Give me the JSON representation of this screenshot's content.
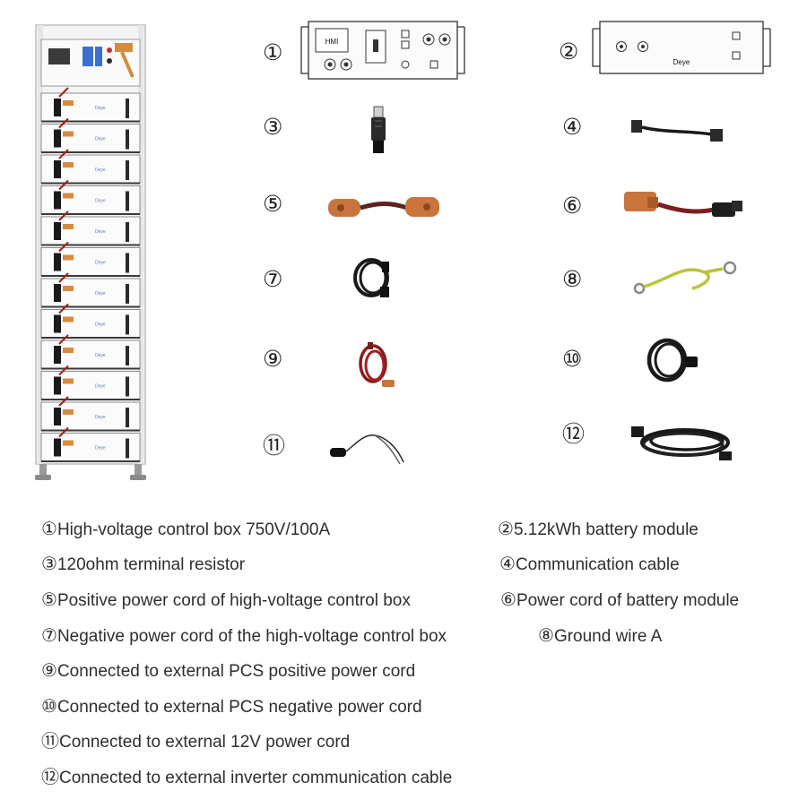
{
  "figure": {
    "control_box_1": {
      "display_label": "HMI"
    },
    "battery_module_2": {
      "brand_label": "Deye"
    },
    "rack": {
      "module_brand": "Deye"
    }
  },
  "markers": [
    "①",
    "②",
    "③",
    "④",
    "⑤",
    "⑥",
    "⑦",
    "⑧",
    "⑨",
    "⑩",
    "⑪",
    "⑫"
  ],
  "captions": [
    {
      "marker": "①",
      "text": "High-voltage control box 750V/100A"
    },
    {
      "marker": "②",
      "text": "5.12kWh battery module"
    },
    {
      "marker": "③",
      "text": "120ohm terminal resistor"
    },
    {
      "marker": "④",
      "text": "Communication cable"
    },
    {
      "marker": "⑤",
      "text": "Positive power cord of high-voltage control box"
    },
    {
      "marker": "⑥",
      "text": "Power cord of battery module"
    },
    {
      "marker": "⑦",
      "text": "Negative power cord of the high-voltage control box"
    },
    {
      "marker": "⑧",
      "text": "Ground wire A"
    },
    {
      "marker": "⑨",
      "text": "Connected to external PCS positive power cord"
    },
    {
      "marker": "⑩",
      "text": "Connected to external PCS negative power cord"
    },
    {
      "marker": "⑪",
      "text": "Connected to external 12V power cord"
    },
    {
      "marker": "⑫",
      "text": "Connected to external inverter communication cable"
    }
  ],
  "colors": {
    "cable_black": "#1a1a1a",
    "cable_red": "#8a1a1a",
    "terminal_orange": "#c8743c",
    "ground_yellow_green": "#b9c43a"
  }
}
